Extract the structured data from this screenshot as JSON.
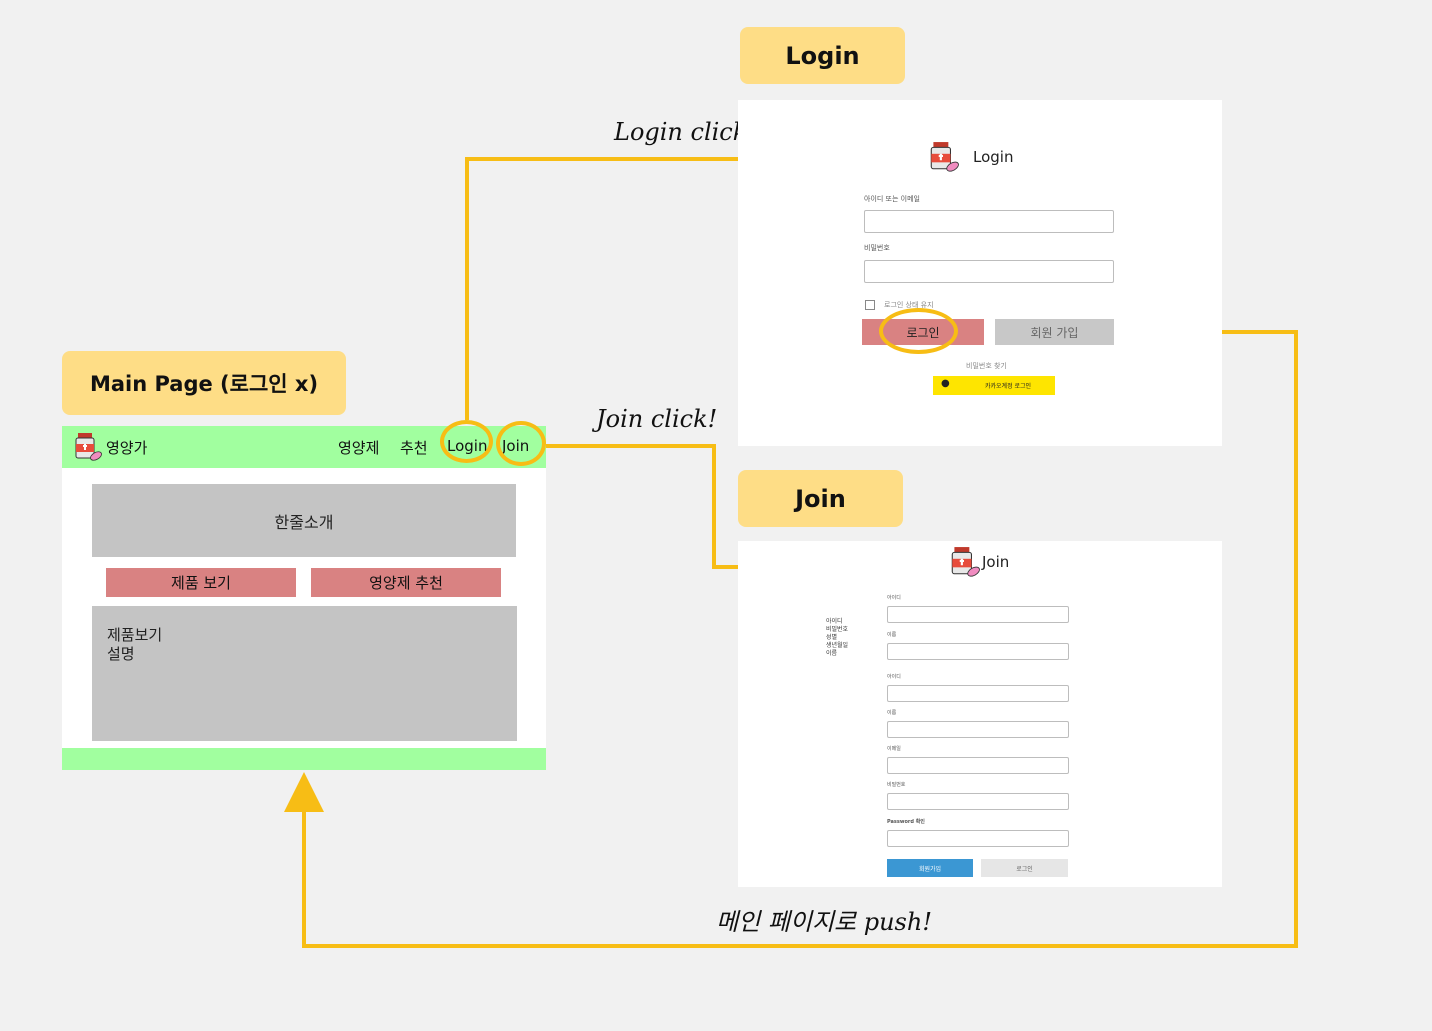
{
  "titles": {
    "login": "Login",
    "join": "Join",
    "main": "Main Page (로그인 x)"
  },
  "annotations": {
    "login_click": "Login click!",
    "join_click": "Join click!",
    "push_main": "메인 페이지로 push!"
  },
  "main_page": {
    "brand": "영양가",
    "nav": [
      "영양제",
      "추천",
      "Login",
      "Join"
    ],
    "intro": "한줄소개",
    "buttons": [
      "제품 보기",
      "영양제 추천"
    ],
    "desc_line1": "제품보기",
    "desc_line2": "설명"
  },
  "login_page": {
    "heading": "Login",
    "id_label": "아이디 또는 이메일",
    "pw_label": "비밀번호",
    "remember": "로그인 상태 유지",
    "login_button": "로그인",
    "join_button": "회원 가입",
    "find_pw": "비밀번호 찾기",
    "kakao": "카카오계정 로그인"
  },
  "join_page": {
    "heading": "Join",
    "side_list": [
      "아이디",
      "비밀번호",
      "성별",
      "생년월일",
      "이름"
    ],
    "fields": [
      "아이디",
      "이름",
      "아이디",
      "이름",
      "이메일",
      "비밀번호",
      "Password 확인"
    ],
    "submit": "회원가입",
    "login": "로그인"
  },
  "colors": {
    "label_bg": "#fedd86",
    "arrow": "#f7bd15",
    "nav_green": "#a1ff9f",
    "pink": "#d98282",
    "kakao": "#fee500",
    "join_blue": "#3b97d3"
  }
}
